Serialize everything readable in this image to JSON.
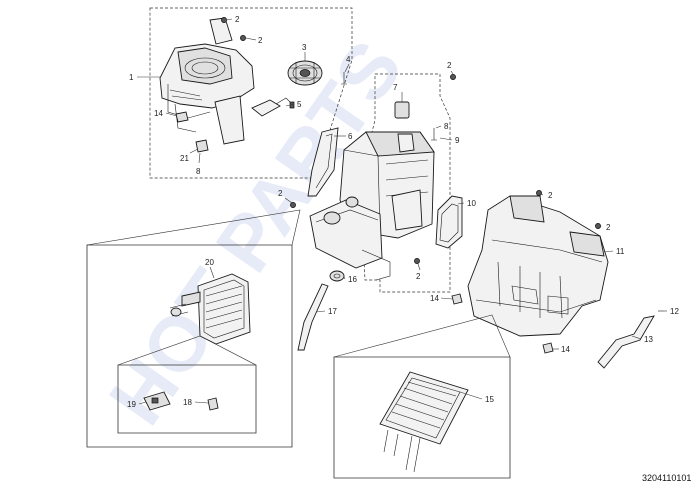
{
  "watermark": "HOT PARTS",
  "diagram_code": "3204110101",
  "callouts": {
    "c1": "1",
    "c2a": "2",
    "c2b": "2",
    "c2c": "2",
    "c2d": "2",
    "c2e": "2",
    "c2f": "2",
    "c2g": "2",
    "c3": "3",
    "c4": "4",
    "c5": "5",
    "c6": "6",
    "c7": "7",
    "c8a": "8",
    "c8b": "8",
    "c9": "9",
    "c10": "10",
    "c11": "11",
    "c12": "12",
    "c13": "13",
    "c14a": "14",
    "c14b": "14",
    "c14c": "14",
    "c15": "15",
    "c16": "16",
    "c17": "17",
    "c18": "18",
    "c19": "19",
    "c20": "20",
    "c21": "21"
  }
}
